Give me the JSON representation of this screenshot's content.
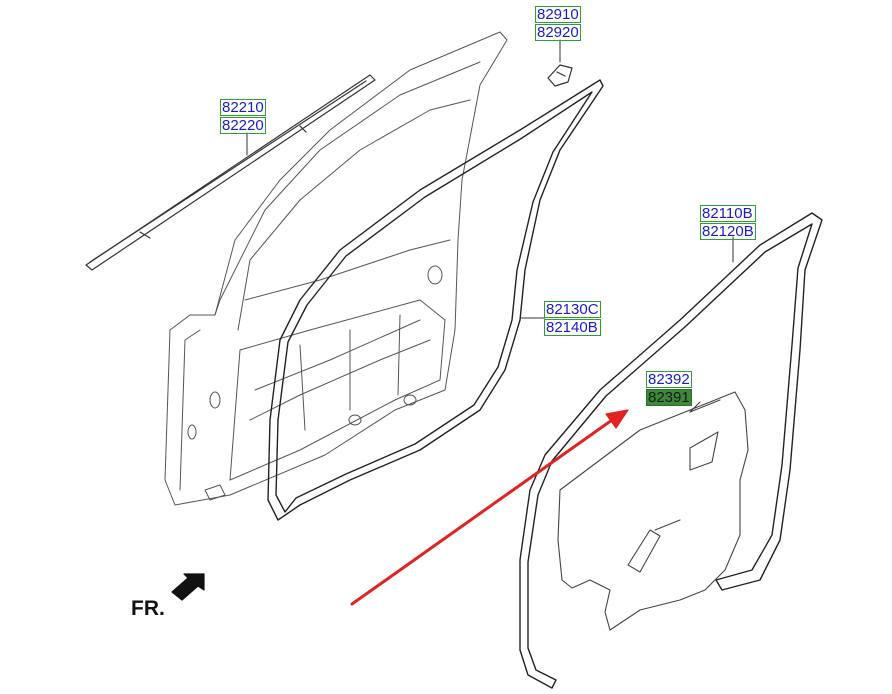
{
  "labels": {
    "mirror_patch": [
      "82910",
      "82920"
    ],
    "glass_run": [
      "82210",
      "82220"
    ],
    "body_weatherstrip": [
      "82110B",
      "82120B"
    ],
    "door_weatherstrip": [
      "82130C",
      "82140B"
    ],
    "sealing_cover": [
      "82392",
      "82391"
    ]
  },
  "direction_label": "FR.",
  "highlight_color": "#3a8a3a",
  "arrow_color": "#e02424",
  "label_color": "#1a1acc"
}
